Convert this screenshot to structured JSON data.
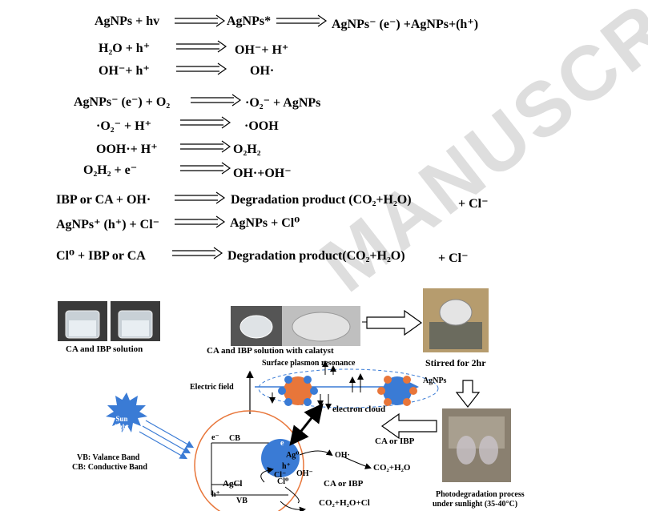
{
  "watermark": "MANUSCRIPT",
  "equations": [
    {
      "lhs": "AgNPs + hv",
      "mid": "AgNPs*",
      "rhs": "AgNPs⁻ (e⁻) +AgNPs+(h⁺)"
    },
    {
      "lhs": "H₂O + h⁺",
      "rhs": "OH⁻+ H⁺"
    },
    {
      "lhs": "OH⁻+ h⁺",
      "rhs": "OH·"
    },
    {
      "lhs": "AgNPs⁻ (e⁻) + O₂",
      "rhs": "·O₂⁻ + AgNPs"
    },
    {
      "lhs": "·O₂⁻ + H⁺",
      "rhs": "·OOH"
    },
    {
      "lhs": "OOH·+ H⁺",
      "rhs": "O₂H₂"
    },
    {
      "lhs": "O₂H₂ + e⁻",
      "rhs": "OH·+OH⁻"
    },
    {
      "lhs": "IBP or CA + OH·",
      "rhs": "Degradation product (CO₂+H₂O)",
      "tail": "+ Cl⁻"
    },
    {
      "lhs": "AgNPs⁺ (h⁺) + Cl⁻",
      "rhs": "AgNPs + Cl⁰"
    },
    {
      "lhs": "Cl⁰ + IBP or CA",
      "rhs": "Degradation product(CO₂+H₂O)",
      "tail": "+ Cl⁻"
    }
  ],
  "diagram": {
    "cap_solution": "CA and IBP solution",
    "cap_catalyst": "CA and IBP solution with calatyst",
    "cap_stirred": "Stirred for 2hr",
    "spr": "Surface plasmon resonance",
    "agnps": "AgNPs",
    "electric_field": "Electric field",
    "electron_cloud": "electron cloud",
    "sun": "Sun light",
    "vb_legend": "VB: Valance Band",
    "cb_legend": "CB: Conductive Band",
    "cb": "CB",
    "vb": "VB",
    "agcl": "AgCl",
    "eminus": "e⁻",
    "hplus": "h⁺",
    "ag0": "Ag⁰",
    "e_sphere": "e",
    "h_sphere": "h⁺",
    "oh_rad": "OH·",
    "oh_minus": "OH⁻",
    "cl_minus": "Cl⁻",
    "cl0": "Cl⁰",
    "ca_ibp_1": "CA or IBP",
    "prod_1": "CO₂+H₂O",
    "ca_ibp_2": "CA or IBP",
    "prod_2": "CO₂+H₂O+Cl",
    "photodeg": "Photodegradation process",
    "sunlight_cond": "under sunlight (35-40°C)"
  }
}
